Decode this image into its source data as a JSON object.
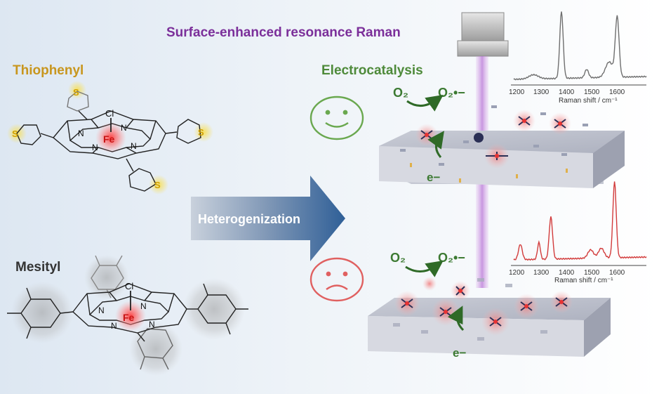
{
  "title": "Surface-enhanced resonance Raman",
  "left": {
    "top_label": "Thiophenyl",
    "bottom_label": "Mesityl",
    "top_molecule": {
      "metal": "Fe",
      "axial": "Cl",
      "n": "N",
      "s": "S"
    },
    "bottom_molecule": {
      "metal": "Fe",
      "axial": "Cl",
      "n": "N"
    }
  },
  "arrow_label": "Heterogenization",
  "right": {
    "section_label": "Electrocatalysis",
    "top": {
      "reactant": "O₂",
      "product": "O₂•−",
      "electron": "e−",
      "face": "happy"
    },
    "bottom": {
      "reactant": "O₂",
      "product": "O₂•−",
      "electron": "e−",
      "face": "sad"
    }
  },
  "spectra": {
    "top": {
      "xlabel": "Raman shift / cm⁻¹",
      "ticks": [
        "1200",
        "1300",
        "1400",
        "1500",
        "1600"
      ],
      "color": "#6f6f6f"
    },
    "bottom": {
      "xlabel": "Raman shift / cm⁻¹",
      "ticks": [
        "1200",
        "1300",
        "1400",
        "1500",
        "1600"
      ],
      "color": "#d23b3b"
    }
  },
  "colors": {
    "title": "#7b2f9a",
    "thiophenyl": "#c8961e",
    "mesityl": "#333333",
    "electrocatalysis": "#4e8a3a",
    "reaction": "#3c7a32",
    "happy_face": "#6aa84f",
    "sad_face": "#e06060",
    "arrow_gradient_start": "#c9d1dc",
    "arrow_gradient_end": "#2f5f97"
  }
}
